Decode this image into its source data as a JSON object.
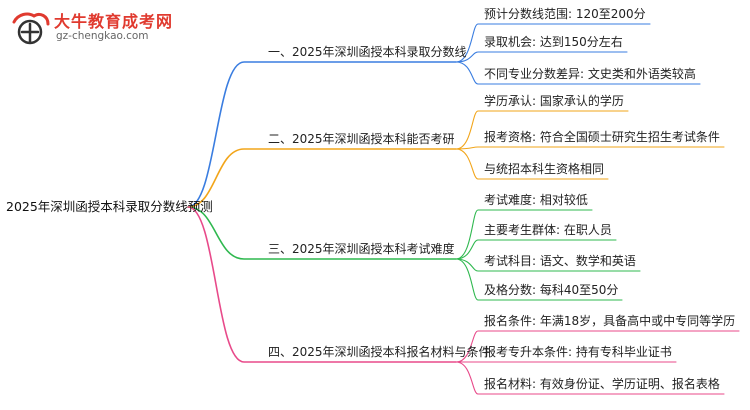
{
  "logo": {
    "title": "大牛教育成考网",
    "url": "gz-chengkao.com",
    "colors": {
      "red": "#e03a2f",
      "gray": "#666666"
    }
  },
  "mindmap": {
    "root": "2025年深圳函授本科录取分数线预测",
    "branches": [
      {
        "label": "一、2025年深圳函授本科录取分数线",
        "color": "#3a7de0",
        "children": [
          "预计分数线范围: 120至200分",
          "录取机会: 达到150分左右",
          "不同专业分数差异: 文史类和外语类较高"
        ]
      },
      {
        "label": "二、2025年深圳函授本科能否考研",
        "color": "#f2a51a",
        "children": [
          "学历承认: 国家承认的学历",
          "报考资格: 符合全国硕士研究生招生考试条件",
          "与统招本科生资格相同"
        ]
      },
      {
        "label": "三、2025年深圳函授本科考试难度",
        "color": "#2fb84f",
        "children": [
          "考试难度: 相对较低",
          "主要考生群体: 在职人员",
          "考试科目: 语文、数学和英语",
          "及格分数: 每科40至50分"
        ]
      },
      {
        "label": "四、2025年深圳函授本科报名材料与条件",
        "color": "#e84a8a",
        "children": [
          "报名条件: 年满18岁，具备高中或中专同等学历",
          "报考专升本条件: 持有专科毕业证书",
          "报名材料: 有效身份证、学历证明、报名表格"
        ]
      }
    ]
  }
}
